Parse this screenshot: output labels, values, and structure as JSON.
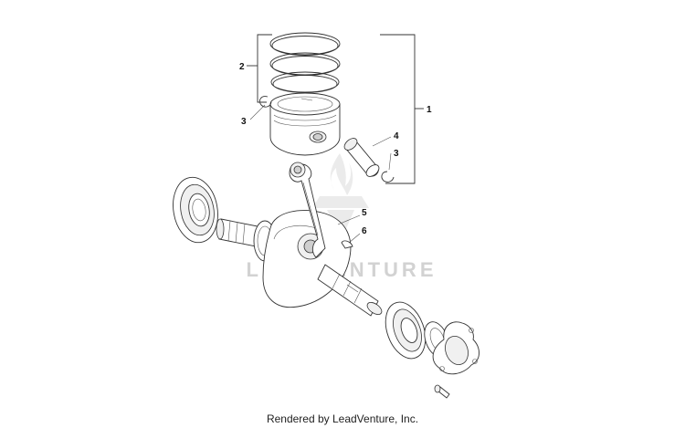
{
  "diagram": {
    "callouts": [
      "1",
      "2",
      "3",
      "4",
      "3",
      "5",
      "6"
    ],
    "watermark": "LEADVENTURE",
    "footer": "Rendered by LeadVenture, Inc."
  },
  "colors": {
    "line": "#333333",
    "watermark": "#d2d2d2",
    "background": "#ffffff"
  }
}
